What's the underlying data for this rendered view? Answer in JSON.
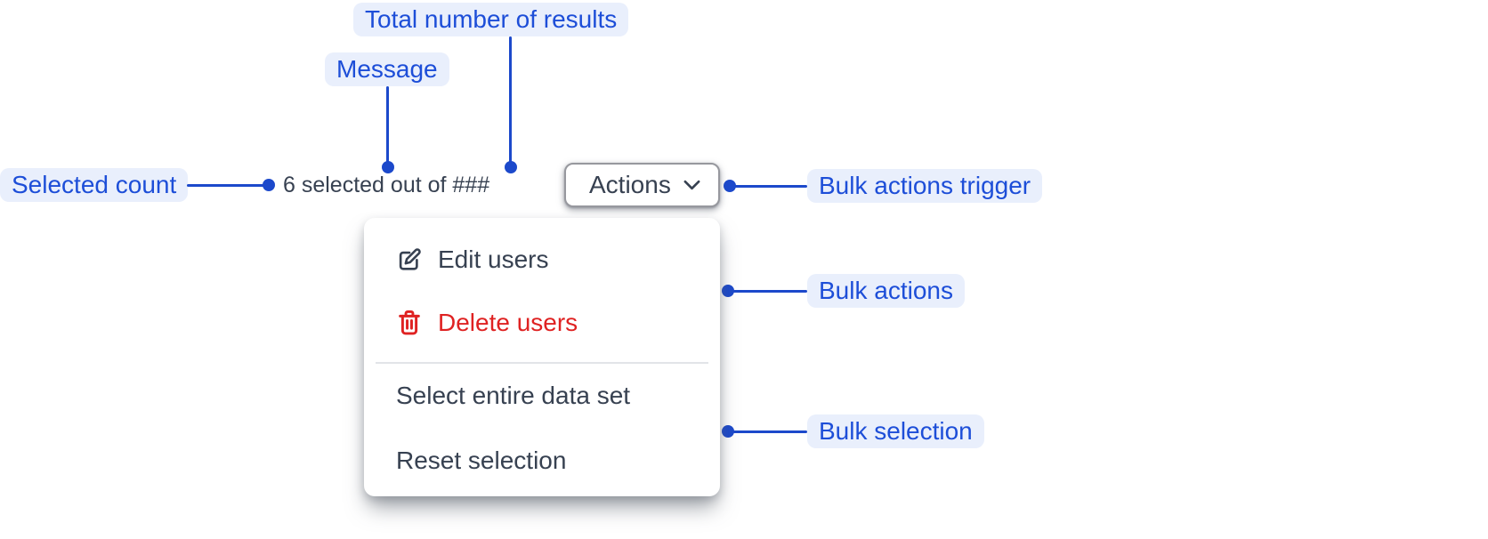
{
  "annotations": {
    "total_results": {
      "label": "Total number of results"
    },
    "message": {
      "label": "Message"
    },
    "selected_count": {
      "label": "Selected count"
    },
    "bulk_actions_trigger": {
      "label": "Bulk actions trigger"
    },
    "bulk_actions": {
      "label": "Bulk actions"
    },
    "bulk_selection": {
      "label": "Bulk selection"
    }
  },
  "toolbar": {
    "message": "6 selected out of ###",
    "actions_label": "Actions"
  },
  "menu": {
    "items": [
      {
        "label": "Edit users",
        "icon": "edit-icon",
        "style": "default"
      },
      {
        "label": "Delete users",
        "icon": "trash-icon",
        "style": "danger"
      },
      {
        "label": "Select entire data set",
        "icon": null,
        "style": "default"
      },
      {
        "label": "Reset selection",
        "icon": null,
        "style": "default"
      }
    ]
  },
  "icons": {
    "trigger": "chevron-down-icon",
    "edit": "edit-icon",
    "delete": "trash-icon"
  },
  "colors": {
    "annotation_text": "#1d4ed8",
    "annotation_bg": "#e9effc",
    "connector": "#1c49cb",
    "text_dark": "#374151",
    "danger_red": "#df2222",
    "button_border": "#97989e"
  }
}
